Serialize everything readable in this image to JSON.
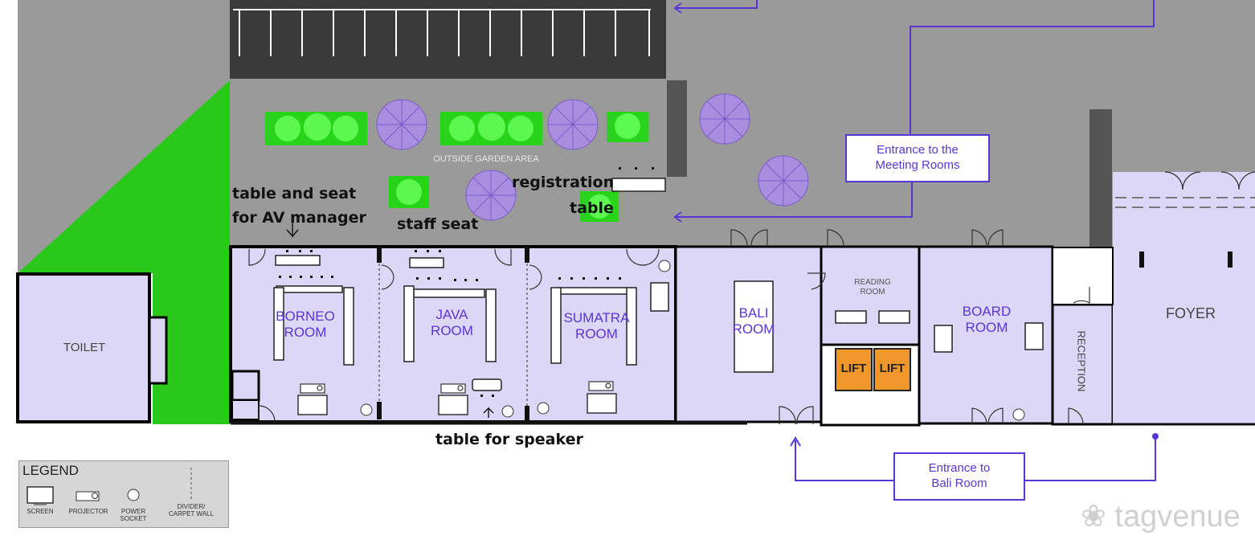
{
  "rooms": {
    "toilet": "TOILET",
    "borneo": "BORNEO\nROOM",
    "java": "JAVA\nROOM",
    "sumatra": "SUMATRA\nROOM",
    "bali": "BALI\nROOM",
    "reading": "READING\nROOM",
    "board": "BOARD\nROOM",
    "foyer": "FOYER",
    "reception": "RECEPTION",
    "lift": "LIFT",
    "garden": "OUTSIDE GARDEN AREA"
  },
  "notes": {
    "av_manager": "table and seat\nfor AV manager",
    "staff_seat": "staff seat",
    "registration": "registration",
    "table": "table",
    "speaker": "table for speaker"
  },
  "signs": {
    "meeting_rooms": "Entrance to the\nMeeting Rooms",
    "bali_room": "Entrance to\nBali Room"
  },
  "legend": {
    "title": "LEGEND",
    "screen": "SCREEN",
    "projector": "PROJECTOR",
    "socket": "POWER\nSOCKET",
    "divider": "DIVIDER/\nCARPET WALL"
  },
  "brand": "tagvenue",
  "colors": {
    "room_fill": "#dcd6f7",
    "outdoor": "#9a9a9a",
    "parking": "#3a3a3a",
    "grass": "#2ac81a",
    "lift": "#f0962a",
    "accent": "#5a35d6"
  }
}
